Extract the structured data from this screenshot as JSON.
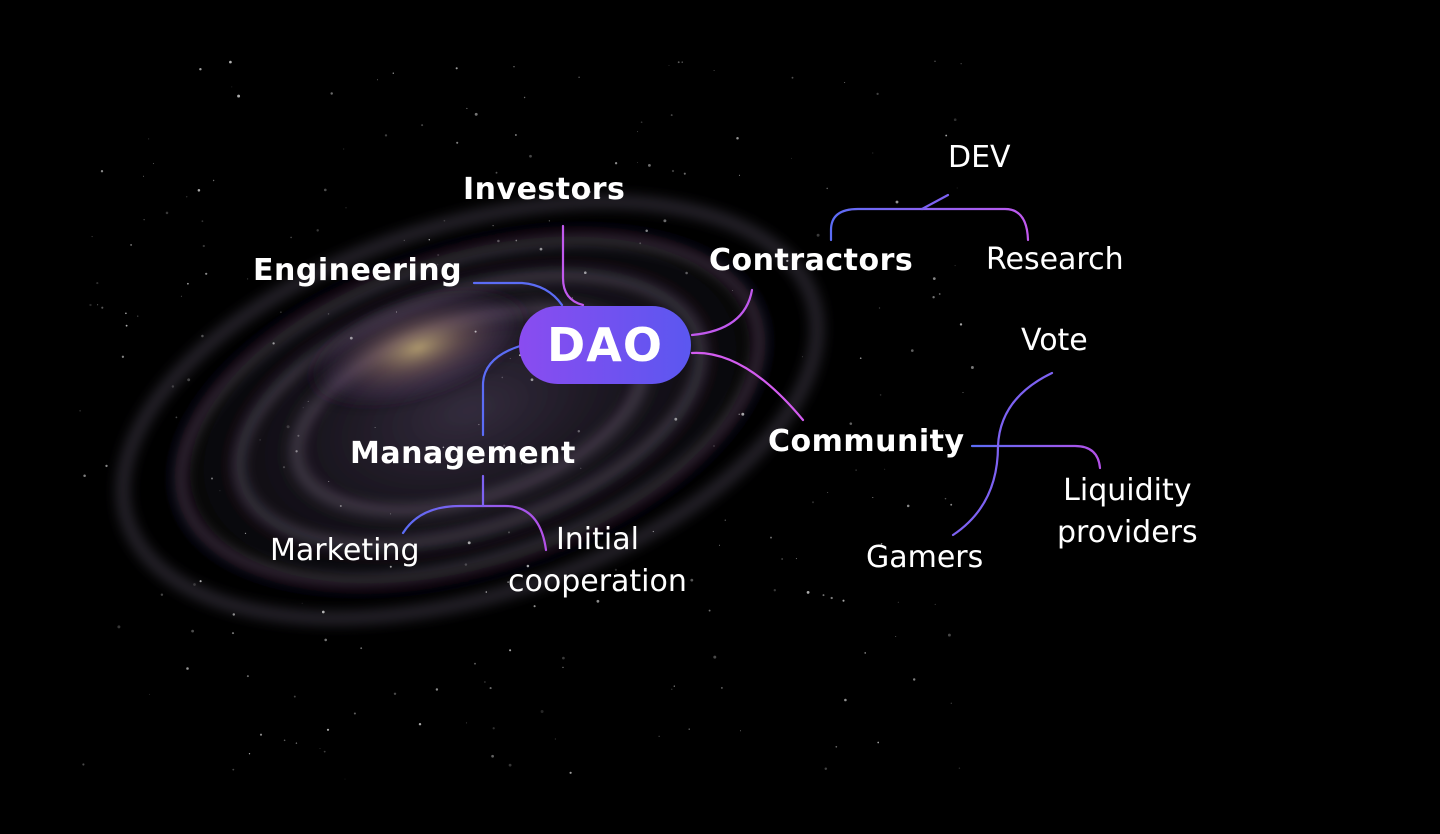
{
  "center": {
    "label": "DAO"
  },
  "branches": {
    "investors": "Investors",
    "engineering": "Engineering",
    "management": "Management",
    "contractors": "Contractors",
    "community": "Community"
  },
  "leaves": {
    "dev": "DEV",
    "research": "Research",
    "vote": "Vote",
    "liquidity": "Liquidity\nproviders",
    "gamers": "Gamers",
    "marketing": "Marketing",
    "initial": "Initial\ncooperation"
  },
  "colors": {
    "blue": "#5b6cf5",
    "purple": "#b451e8",
    "magenta": "#d35cf0",
    "background": "#000000"
  }
}
